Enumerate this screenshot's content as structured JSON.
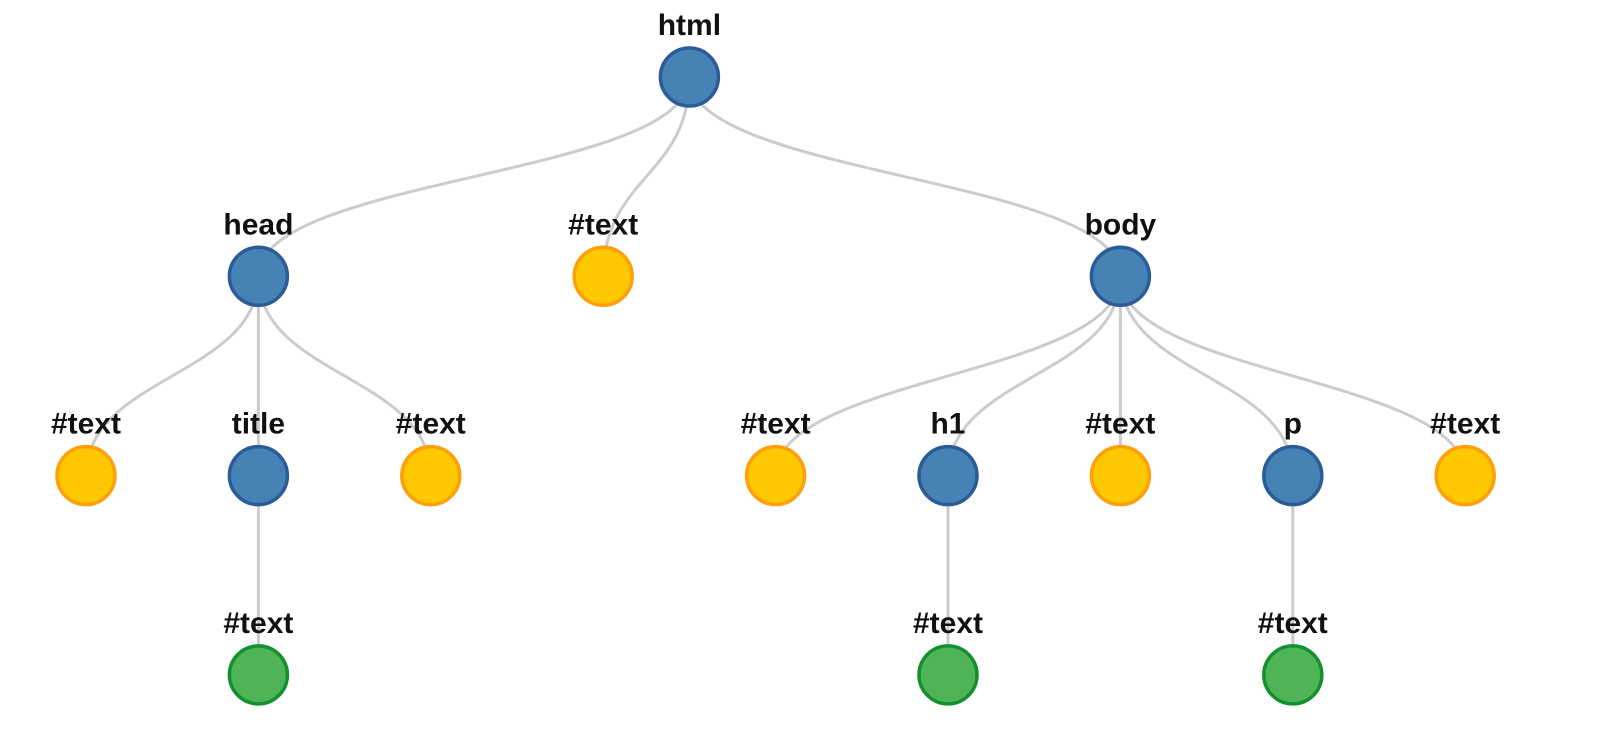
{
  "colors": {
    "element_fill": "#4682b4",
    "element_stroke": "#2b5c97",
    "text_fill": "#ffc800",
    "text_stroke": "#ff9f0a",
    "leaf_text_fill": "#4fb357",
    "leaf_text_stroke": "#13912e",
    "link": "#cccccc"
  },
  "tree": {
    "label": "html",
    "kind": "element",
    "children": [
      {
        "label": "head",
        "kind": "element",
        "children": [
          {
            "label": "#text",
            "kind": "text"
          },
          {
            "label": "title",
            "kind": "element",
            "children": [
              {
                "label": "#text",
                "kind": "leaf-text"
              }
            ]
          },
          {
            "label": "#text",
            "kind": "text"
          }
        ]
      },
      {
        "label": "#text",
        "kind": "text"
      },
      {
        "label": "body",
        "kind": "element",
        "children": [
          {
            "label": "#text",
            "kind": "text"
          },
          {
            "label": "h1",
            "kind": "element",
            "children": [
              {
                "label": "#text",
                "kind": "leaf-text"
              }
            ]
          },
          {
            "label": "#text",
            "kind": "text"
          },
          {
            "label": "p",
            "kind": "element",
            "children": [
              {
                "label": "#text",
                "kind": "leaf-text"
              }
            ]
          },
          {
            "label": "#text",
            "kind": "text"
          }
        ]
      }
    ]
  }
}
